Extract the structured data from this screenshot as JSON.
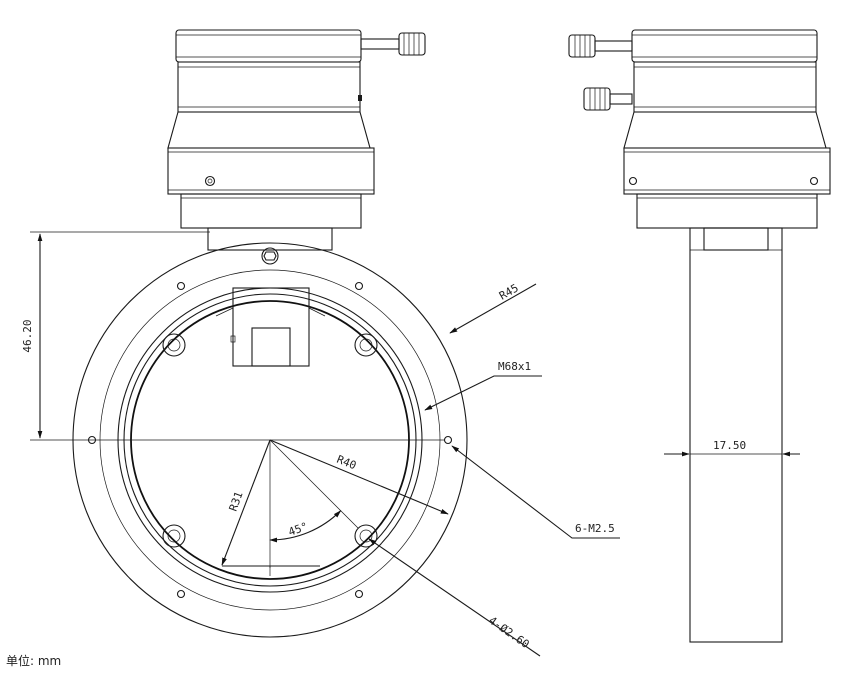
{
  "dimensions": {
    "height": "46.20",
    "outer_radius": "R45",
    "thread": "M68x1",
    "bolt_radius": "R40",
    "inner_radius": "R31",
    "angle": "45°",
    "tapped_holes": "6-M2.5",
    "through_holes": "4-Ø2.60",
    "width": "17.50"
  },
  "unit": "单位: mm"
}
